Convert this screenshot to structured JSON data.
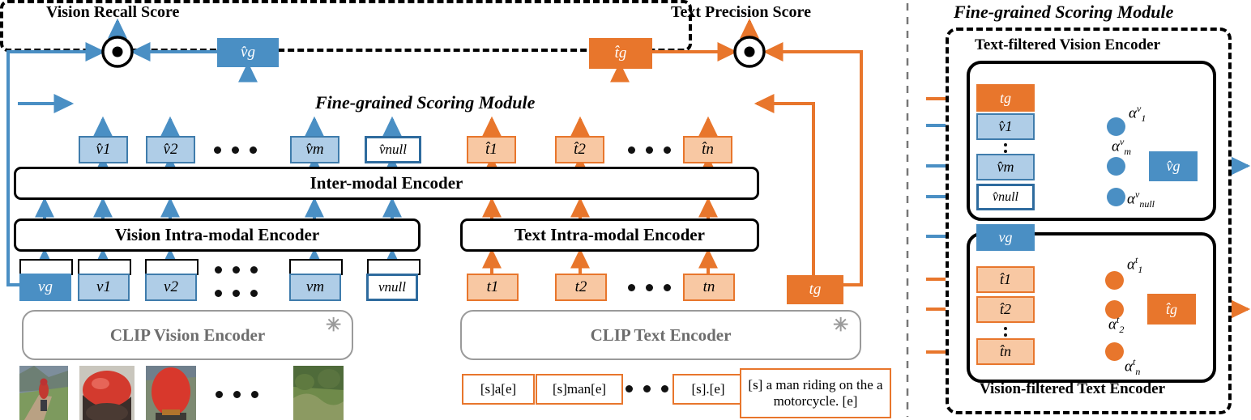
{
  "diagram": {
    "title_left": "Vision Recall Score",
    "title_right": "Text Precision Score",
    "module_title": "Fine-grained Scoring Module",
    "panel_title": "Fine-grained Scoring Module",
    "encoders": {
      "inter": "Inter-modal Encoder",
      "vision_intra": "Vision Intra-modal Encoder",
      "text_intra": "Text Intra-modal Encoder",
      "clip_vision": "CLIP Vision Encoder",
      "clip_text": "CLIP Text Encoder"
    },
    "frozen_icon": "✳",
    "vision_hat_tokens": [
      {
        "label": "v̂1"
      },
      {
        "label": "v̂2"
      },
      {
        "label": "v̂m"
      },
      {
        "label": "v̂null"
      }
    ],
    "text_hat_tokens": [
      {
        "label": "t̂1"
      },
      {
        "label": "t̂2"
      },
      {
        "label": "t̂n"
      }
    ],
    "vision_tokens": [
      {
        "label": "vg"
      },
      {
        "label": "v1"
      },
      {
        "label": "v2"
      },
      {
        "label": "vm"
      },
      {
        "label": "vnull"
      }
    ],
    "text_tokens": [
      {
        "label": "t1"
      },
      {
        "label": "t2"
      },
      {
        "label": "tn"
      },
      {
        "label": "tg"
      }
    ],
    "global_vision": "v̂g",
    "global_text": "t̂g",
    "text_chips": [
      {
        "text": "[s]a[e]"
      },
      {
        "text": "[s]man[e]"
      },
      {
        "text": "[s].[e]"
      },
      {
        "text": "[s] a man riding on the a motorcycle. [e]"
      }
    ],
    "score_op_icon": "dot-product-circle"
  },
  "panel": {
    "title": "Fine-grained Scoring Module",
    "vision_encoder_label": "Text-filtered Vision Encoder",
    "text_encoder_label": "Vision-filtered Text Encoder",
    "vision_block": {
      "query": "tg",
      "keys": [
        {
          "label": "v̂1"
        },
        {
          "label": "v̂m"
        },
        {
          "label": "v̂null"
        }
      ],
      "alphas": [
        {
          "label": "α",
          "sup": "v",
          "sub": "1"
        },
        {
          "label": "α",
          "sup": "v",
          "sub": "m"
        },
        {
          "label": "α",
          "sup": "v",
          "sub": "null"
        }
      ],
      "output": "v̂g"
    },
    "text_block": {
      "query": "vg",
      "keys": [
        {
          "label": "t̂1"
        },
        {
          "label": "t̂2"
        },
        {
          "label": "t̂n"
        }
      ],
      "alphas": [
        {
          "label": "α",
          "sup": "t",
          "sub": "1"
        },
        {
          "label": "α",
          "sup": "t",
          "sub": "2"
        },
        {
          "label": "α",
          "sup": "t",
          "sub": "n"
        }
      ],
      "output": "t̂g"
    }
  },
  "colors": {
    "blue_dark": "#4A8FC4",
    "blue_light": "#AFCDE7",
    "blue_border": "#3F7CAC",
    "orange_dark": "#E8762C",
    "orange_light": "#F8C8A3",
    "gray": "#9a9a9a",
    "black": "#000000"
  }
}
